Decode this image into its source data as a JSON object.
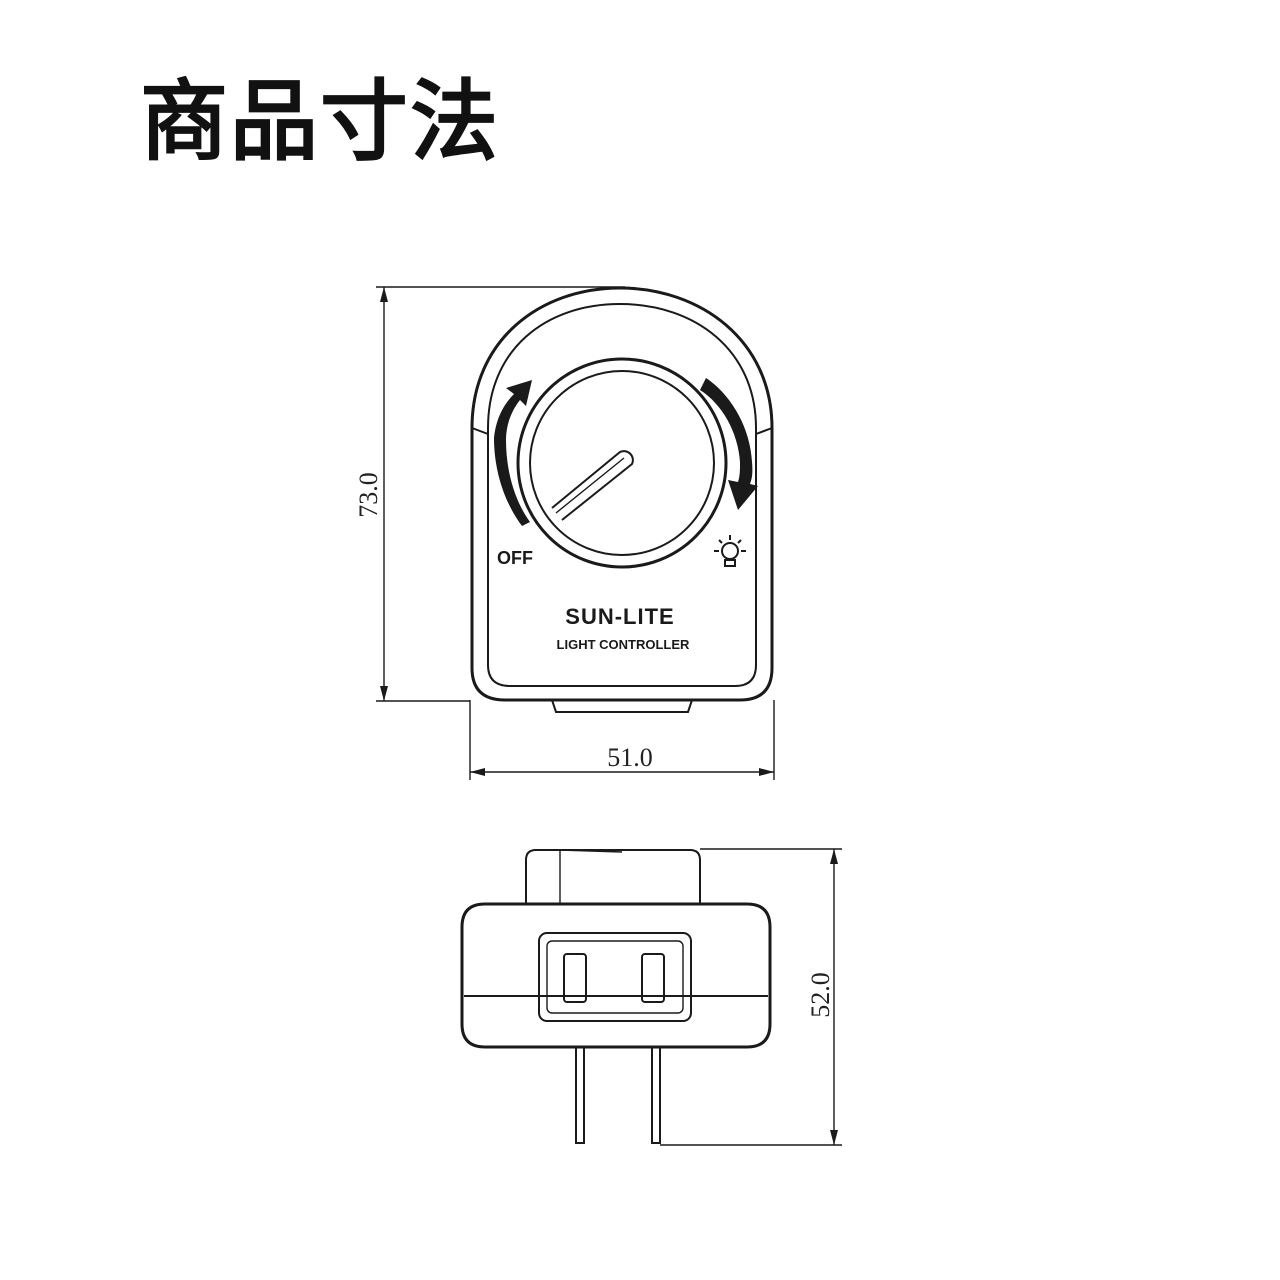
{
  "title": "商品寸法",
  "front_view": {
    "off_label": "OFF",
    "brand": "SUN-LITE",
    "subtitle": "LIGHT CONTROLLER",
    "icon": "light-bulb-icon"
  },
  "dimensions": {
    "height": "73.0",
    "width": "51.0",
    "depth": "52.0"
  }
}
